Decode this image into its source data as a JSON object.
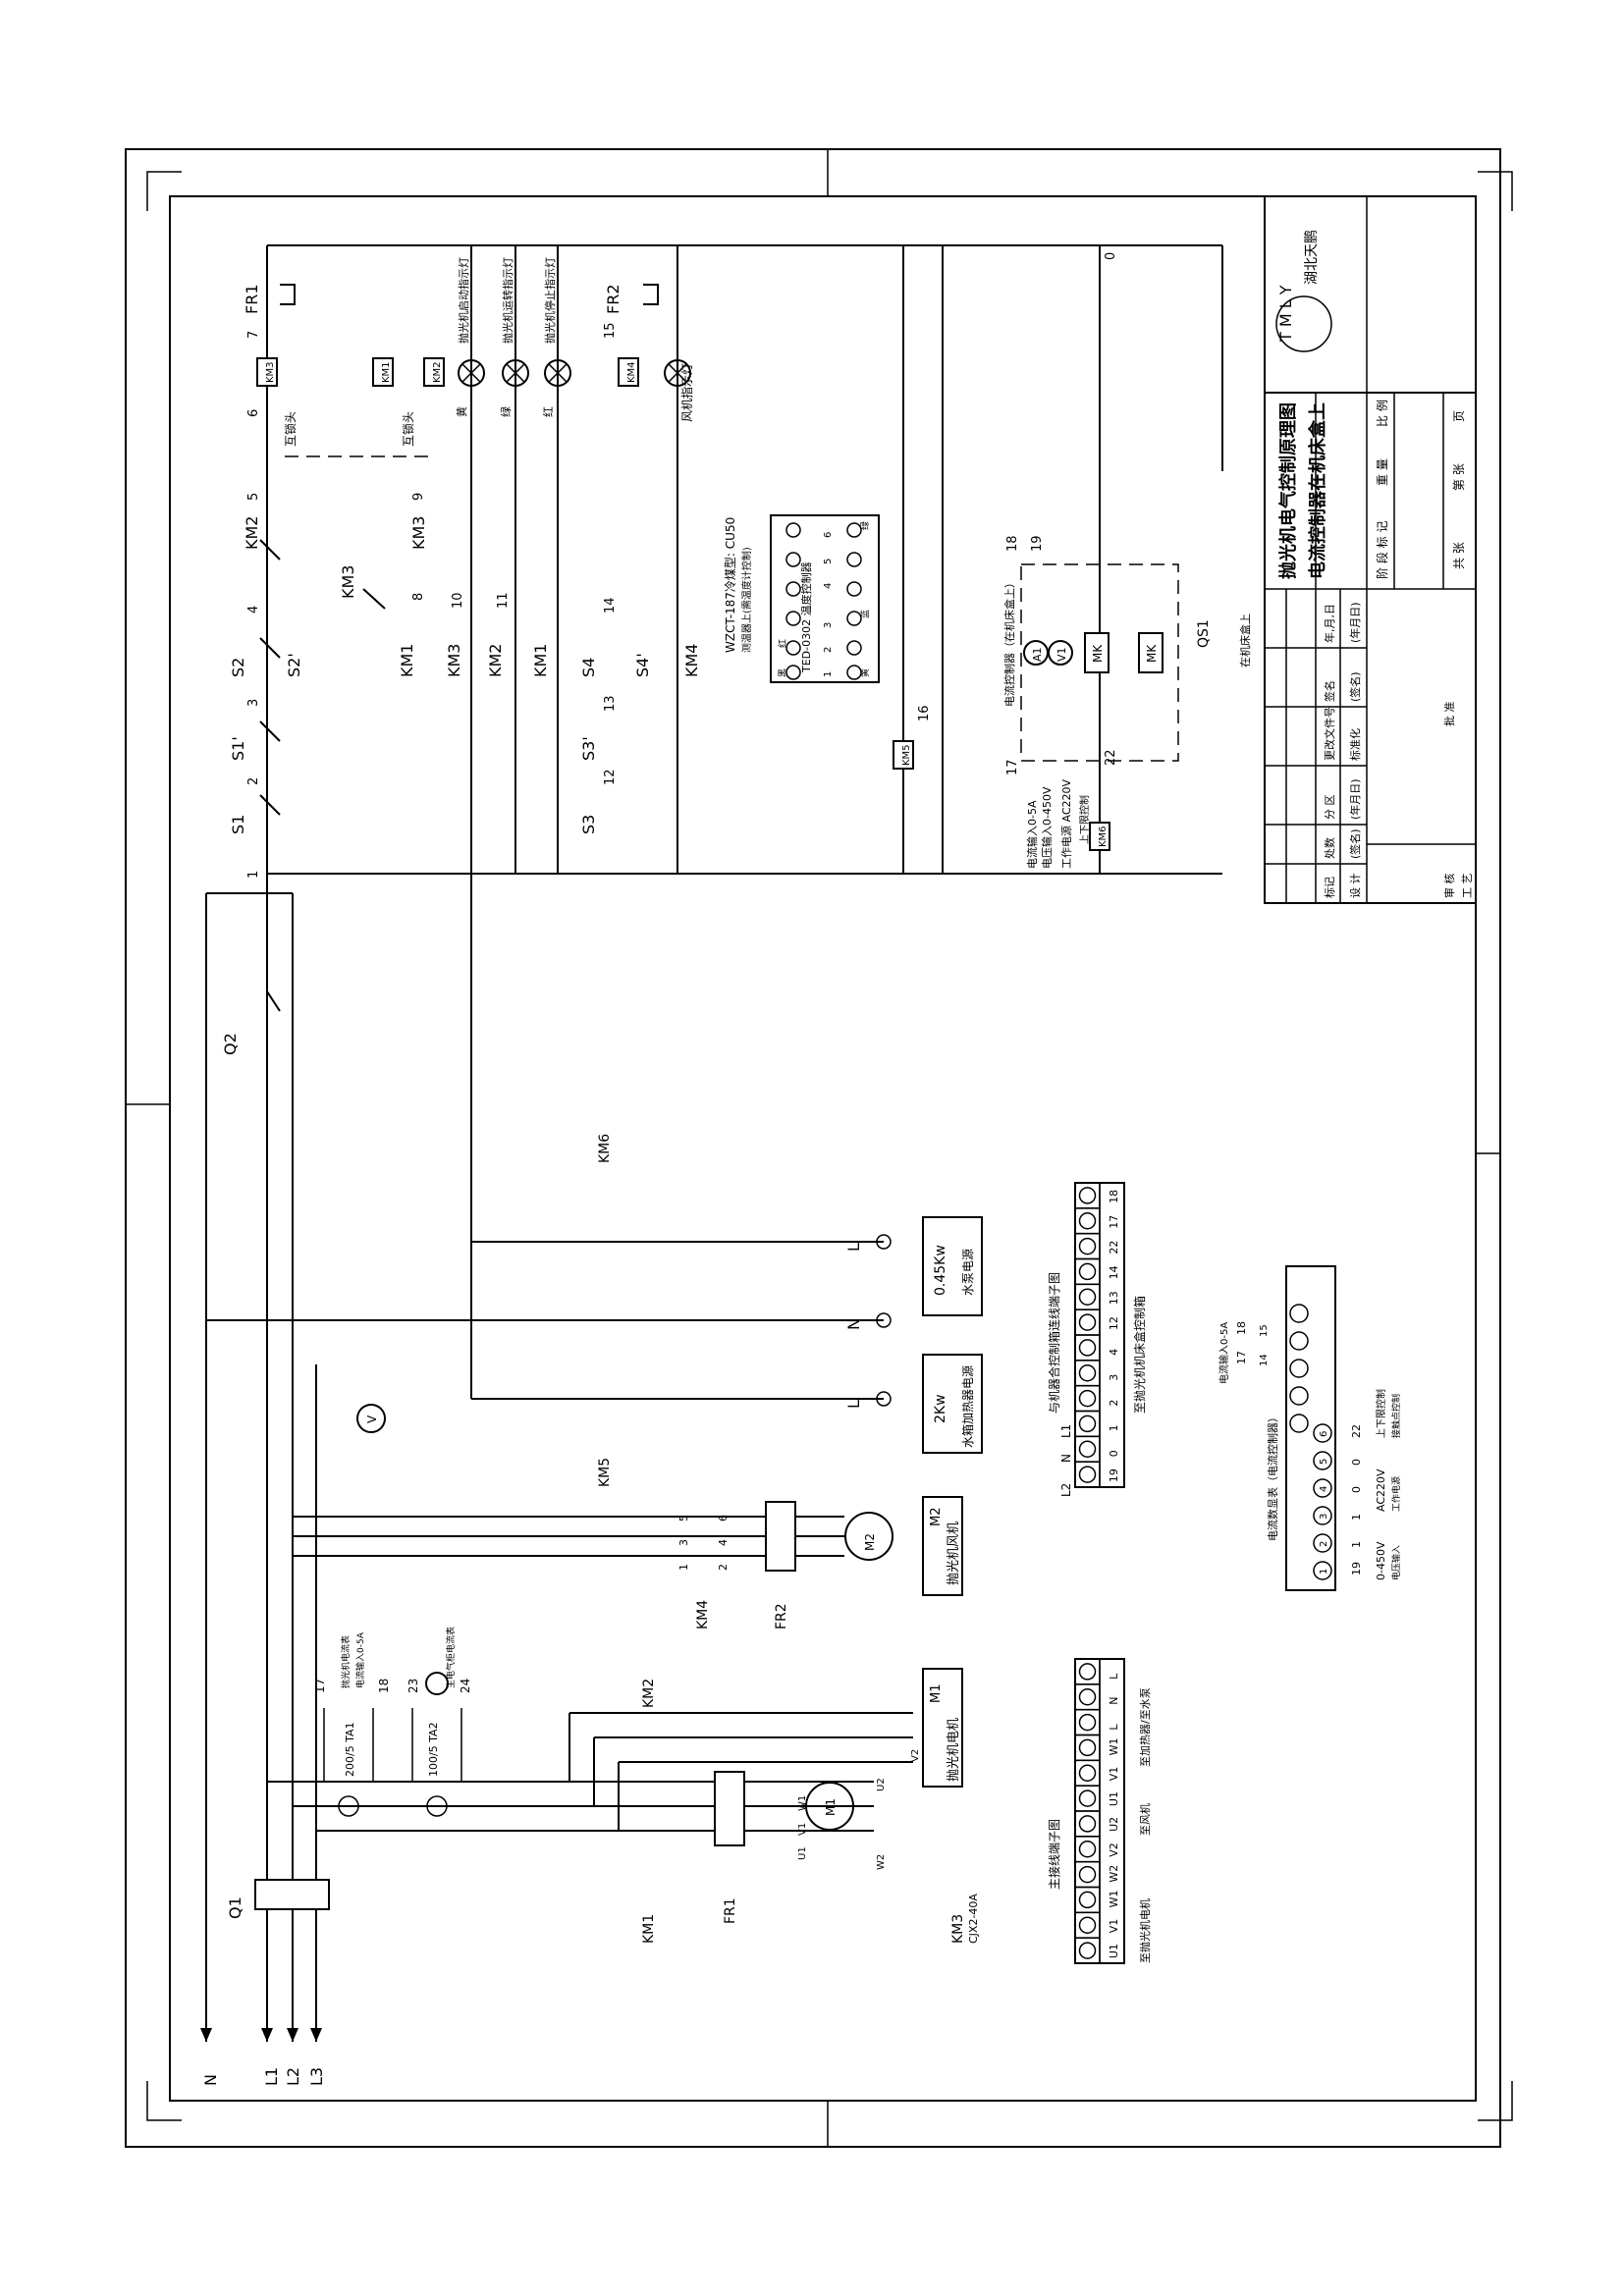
{
  "title_block": {
    "logo_text": "T M L Y",
    "company": "湖北天鹏",
    "title_line1": "抛光机电气控制原理图",
    "title_line2": "电流控制器在机床盒上",
    "table_cols": [
      "标记",
      "处数",
      "分 区",
      "更改文件号",
      "签名",
      "年,月,日"
    ],
    "table_cols2": [
      "设 计",
      "(签名)",
      "(年月日)",
      "标准化",
      "(签名)",
      "(年月日)"
    ],
    "right_cells": [
      "阶 段 标 记",
      "重 量",
      "比 例"
    ],
    "right_bottom": [
      "共 张",
      "第 张",
      "页"
    ],
    "approve": [
      "审 核",
      "工 艺",
      "批 准"
    ]
  },
  "upper_control": {
    "node_numbers": [
      "1",
      "2",
      "3",
      "4",
      "5",
      "6",
      "7",
      "8",
      "9",
      "10",
      "11",
      "12",
      "13",
      "14",
      "15",
      "16",
      "17",
      "18",
      "19",
      "22",
      "0"
    ],
    "devices": [
      "FR1",
      "KM3",
      "KM1",
      "KM2",
      "KM2",
      "KM3",
      "KM3",
      "KM1",
      "KM3",
      "KM2",
      "KM1",
      "S1",
      "S1'",
      "S2",
      "S2'",
      "FR2",
      "KM4",
      "S4",
      "S4'",
      "KM4",
      "S3",
      "S3'",
      "KM5",
      "KM6",
      "A1",
      "V1",
      "MK",
      "MK",
      "QS1"
    ],
    "lamp_labels": [
      "抛光机启动指示灯",
      "抛光机运转指示灯",
      "抛光机停止指示灯",
      "风机指示灯"
    ],
    "lamp_colors": [
      "黄",
      "绿",
      "红"
    ],
    "interlock_label": "互锁头",
    "controller_title": "WZCT-187冷煤型: CU50",
    "controller_sub": "测温器上(需温度计控制)",
    "controller_model": "TED-0302 温度控制器",
    "controller_pins": [
      "1",
      "2",
      "3",
      "4",
      "5",
      "6"
    ],
    "controller_marks": [
      "黑",
      "红",
      "蓝",
      "黄",
      "绿"
    ],
    "current_box": "电流控制器（在机床盒上）",
    "current_input": "电流输入0-5A",
    "voltage_input": "电压输入0-450V",
    "power_label": "工作电源 AC220V",
    "limit_label": "上下限控制",
    "onbox_label": "在机床盒上"
  },
  "lower_main": {
    "main_labels": [
      "KM1",
      "KM2",
      "KM3",
      "FR1",
      "M1",
      "抛光机电机"
    ],
    "km3_model": "CJX2-40A",
    "ta1": "200/5 TA1",
    "ta2": "100/5 TA2",
    "ta1_label": "抛光机电流表",
    "ta2_label": "主电气柜电流表",
    "ta_range": "电流输入0-5A",
    "ta_nodes": [
      "17",
      "18",
      "23",
      "24"
    ],
    "motor_terms": [
      "U1",
      "V1",
      "W1",
      "U2",
      "V2",
      "W2"
    ],
    "fan_labels": [
      "KM4",
      "FR2",
      "M2",
      "抛光机风机"
    ],
    "pump_labels": [
      "KM5",
      "KM6"
    ],
    "contactor_pins": [
      "1",
      "3",
      "5",
      "2",
      "4",
      "6"
    ],
    "load_boxes": [
      {
        "power": "2Kw",
        "name": "水箱加热器电源"
      },
      {
        "power": "0.45Kw",
        "name": "水泵电源"
      }
    ],
    "phase_letters": [
      "L",
      "N",
      "L"
    ]
  },
  "power_left": {
    "q1": "Q1",
    "q2": "Q2",
    "v_meter": "V",
    "supply": [
      "N",
      "L1",
      "L2",
      "L3"
    ]
  },
  "terminal_strips": {
    "strip1_title": "与机器合控制箱连线端子图",
    "strip1_sub": "至抛光机机床盒控制箱",
    "strip1_top": [
      "L2",
      "N",
      "L1"
    ],
    "strip1_cells": [
      "19",
      "0",
      "1",
      "2",
      "3",
      "4",
      "12",
      "13",
      "14",
      "22",
      "17",
      "18"
    ],
    "strip2_title": "主接线端子图",
    "strip2_cells": [
      "U1",
      "V1",
      "W1",
      "W2",
      "V2",
      "U2",
      "U1",
      "V1",
      "W1",
      "L",
      "N",
      "L"
    ],
    "strip2_labels": [
      "至抛光机电机",
      "至风机",
      "至加热器/至水泵"
    ],
    "strip3_title": "电流数显表（电流控制器）",
    "strip3_row": [
      "1",
      "2",
      "3",
      "4",
      "5",
      "6"
    ],
    "strip3_nodes": [
      "19",
      "1",
      "1",
      "0",
      "0",
      "22"
    ],
    "strip3_lower": [
      "0-450V",
      "AC220V",
      "上下限控制"
    ],
    "strip3_lower2": [
      "电压输入",
      "工作电源",
      "接触点控制"
    ],
    "strip3_top": "电流输入0-5A",
    "strip3_top_nodes": [
      "17",
      "18"
    ],
    "strip3_top_marks": [
      "14",
      "15"
    ]
  }
}
